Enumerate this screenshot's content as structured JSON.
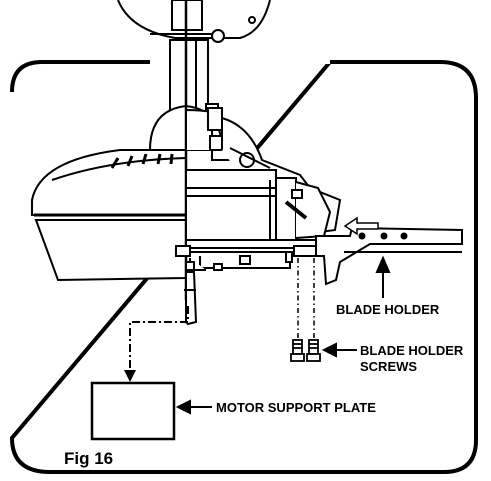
{
  "figure": {
    "caption": "Fig 16"
  },
  "labels": {
    "blade_holder": "BLADE HOLDER",
    "blade_holder_screws_line1": "BLADE HOLDER",
    "blade_holder_screws_line2": "SCREWS",
    "motor_support_plate": "MOTOR SUPPORT PLATE"
  },
  "colors": {
    "ink": "#000000",
    "paper": "#ffffff"
  }
}
